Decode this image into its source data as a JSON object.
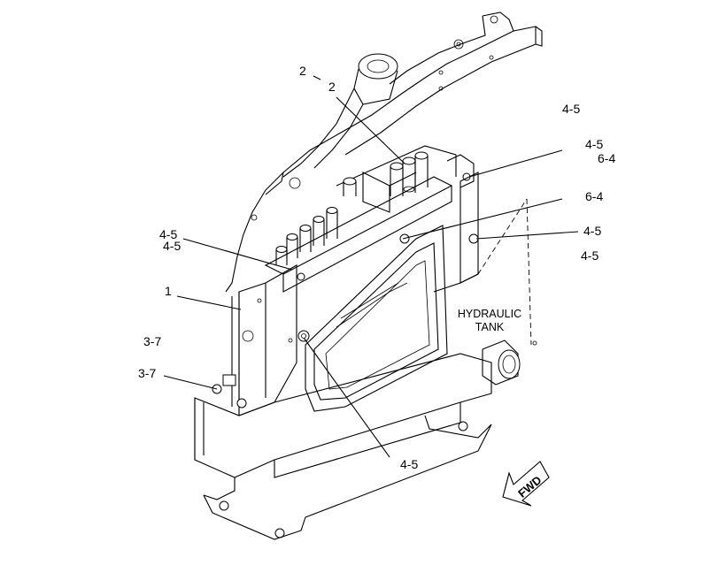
{
  "callouts": {
    "c2a": "2",
    "c2b": "2",
    "c45_top": "4-5",
    "c45_r1": "4-5",
    "c64_r1": "6-4",
    "c64_r2": "6-4",
    "c45_r2": "4-5",
    "c45_r3": "4-5",
    "c45_l1": "4-5",
    "c45_l2": "4-5",
    "c1": "1",
    "c37_a": "3-7",
    "c37_b": "3-7",
    "c45_bottom": "4-5"
  },
  "labels": {
    "tank_line1": "HYDRAULIC",
    "tank_line2": "TANK",
    "fwd": "FWD"
  }
}
